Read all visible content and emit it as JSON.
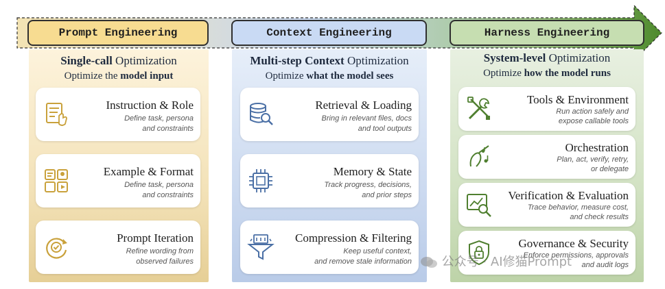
{
  "columns": [
    {
      "header": "Prompt Engineering",
      "subtitle": {
        "l1_bold": "Single-call",
        "l1_rest": " Optimization",
        "l2_pre": "Optimize the ",
        "l2_bold": "model input"
      },
      "cards": [
        {
          "title": "Instruction & Role",
          "desc1": "Define task, persona",
          "desc2": "and constraints",
          "icon": "document-hand-icon"
        },
        {
          "title": "Example & Format",
          "desc1": "Define task, persona",
          "desc2": "and constraints",
          "icon": "layout-grid-icon"
        },
        {
          "title": "Prompt Iteration",
          "desc1": "Refine wording from",
          "desc2": "observed failures",
          "icon": "refresh-check-icon"
        }
      ]
    },
    {
      "header": "Context Engineering",
      "subtitle": {
        "l1_bold": "Multi-step Context",
        "l1_rest": " Optimization",
        "l2_pre": "Optimize ",
        "l2_bold": "what the model sees"
      },
      "cards": [
        {
          "title": "Retrieval & Loading",
          "desc1": "Bring in relevant files, docs",
          "desc2": "and tool outputs",
          "icon": "database-search-icon"
        },
        {
          "title": "Memory & State",
          "desc1": "Track progress, decisions,",
          "desc2": "and prior steps",
          "icon": "chip-icon"
        },
        {
          "title": "Compression & Filtering",
          "desc1": "Keep useful context,",
          "desc2": "and remove stale information",
          "icon": "funnel-icon"
        }
      ]
    },
    {
      "header": "Harness Engineering",
      "subtitle": {
        "l1_bold": "System-level",
        "l1_rest": " Optimization",
        "l2_pre": "Optimize ",
        "l2_bold": "how the model runs"
      },
      "cards": [
        {
          "title": "Tools & Environment",
          "desc1": "Run action safely and",
          "desc2": "expose callable tools",
          "icon": "tools-icon"
        },
        {
          "title": "Orchestration",
          "desc1": "Plan, act, verify, retry,",
          "desc2": "or delegate",
          "icon": "conductor-icon"
        },
        {
          "title": "Verification & Evaluation",
          "desc1": "Trace behavior, measure cost,",
          "desc2": "and check results",
          "icon": "chart-magnifier-icon"
        },
        {
          "title": "Governance & Security",
          "desc1": "Enforce permissions, approvals",
          "desc2": "and audit logs",
          "icon": "shield-lock-icon"
        }
      ]
    }
  ],
  "watermark": "公众号 · AI修猫Prompt",
  "colors": {
    "prompt": "#f7dc91",
    "context": "#c9daf4",
    "harness": "#c6deb1",
    "arrow": "#3d7a1e"
  }
}
